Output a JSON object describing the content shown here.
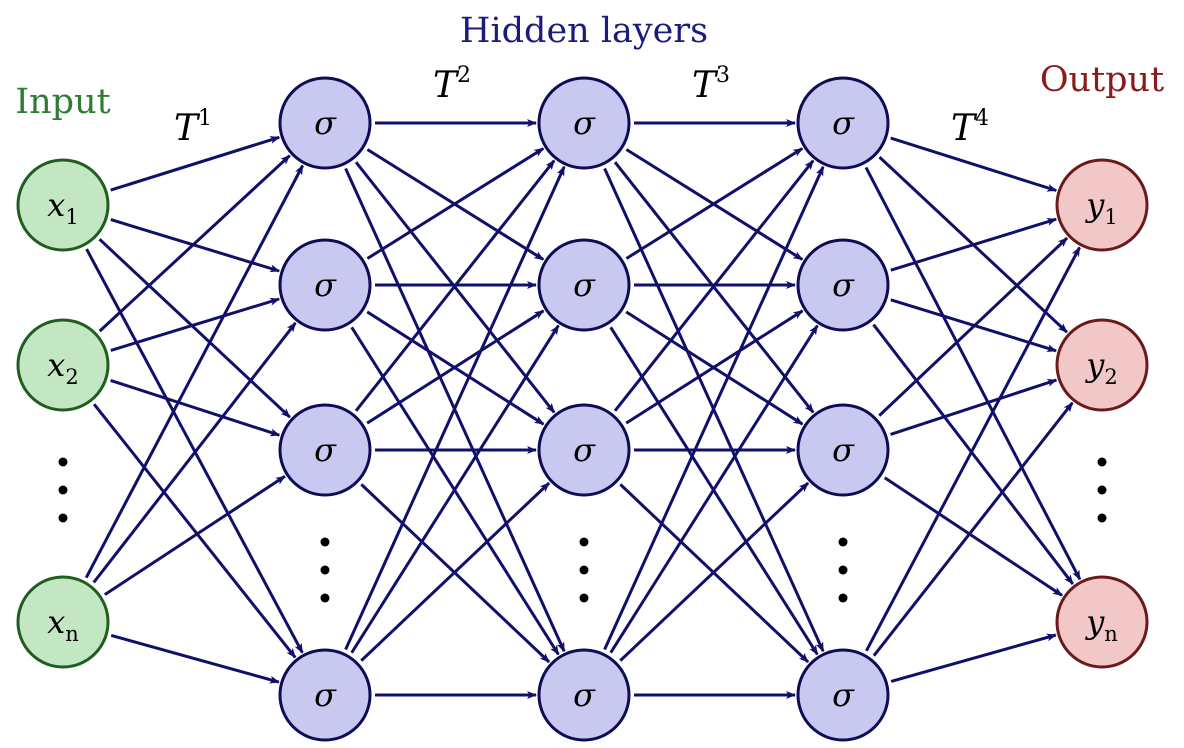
{
  "titles": {
    "input": "Input",
    "hidden": "Hidden layers",
    "output": "Output"
  },
  "transform_labels": [
    {
      "base": "T",
      "sup": "1"
    },
    {
      "base": "T",
      "sup": "2"
    },
    {
      "base": "T",
      "sup": "3"
    },
    {
      "base": "T",
      "sup": "4"
    }
  ],
  "layers": [
    {
      "role": "input",
      "nodes": [
        {
          "main": "x",
          "sub": "1"
        },
        {
          "main": "x",
          "sub": "2"
        },
        {
          "ellipsis": true
        },
        {
          "main": "x",
          "sub": "n"
        }
      ]
    },
    {
      "role": "hidden",
      "nodes": [
        {
          "main": "σ"
        },
        {
          "main": "σ"
        },
        {
          "main": "σ"
        },
        {
          "ellipsis": true
        },
        {
          "main": "σ"
        }
      ]
    },
    {
      "role": "hidden",
      "nodes": [
        {
          "main": "σ"
        },
        {
          "main": "σ"
        },
        {
          "main": "σ"
        },
        {
          "ellipsis": true
        },
        {
          "main": "σ"
        }
      ]
    },
    {
      "role": "hidden",
      "nodes": [
        {
          "main": "σ"
        },
        {
          "main": "σ"
        },
        {
          "main": "σ"
        },
        {
          "ellipsis": true
        },
        {
          "main": "σ"
        }
      ]
    },
    {
      "role": "output",
      "nodes": [
        {
          "main": "y",
          "sub": "1"
        },
        {
          "main": "y",
          "sub": "2"
        },
        {
          "ellipsis": true
        },
        {
          "main": "y",
          "sub": "n"
        }
      ]
    }
  ],
  "colors": {
    "input_fill": "#c3e6c3",
    "input_stroke": "#1f5e1f",
    "input_title": "#2e7d32",
    "hidden_fill": "#c8c8f0",
    "hidden_stroke": "#0d0d55",
    "hidden_title": "#1a1a80",
    "output_fill": "#f2c7c7",
    "output_stroke": "#6b1a1a",
    "output_title": "#8b1a1a",
    "edge": "#10106b"
  }
}
